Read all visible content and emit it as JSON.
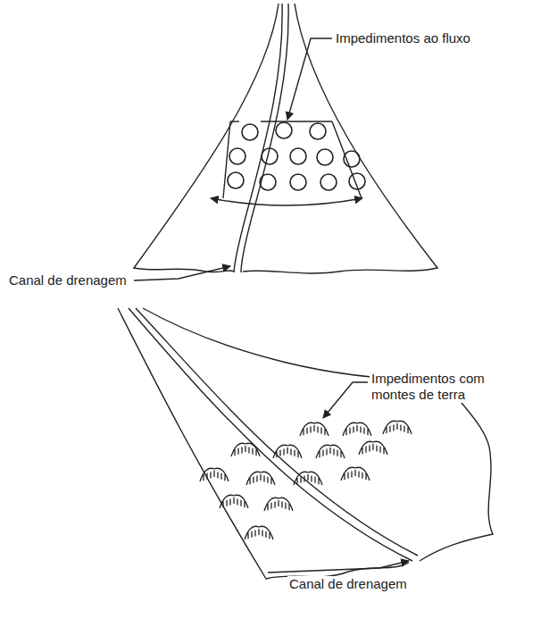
{
  "diagram": {
    "labels": [
      "Impedimentos ao fluxo",
      "Canal de drenagem",
      "Impedimentos com montes de terra",
      "Canal de drenagem"
    ]
  }
}
